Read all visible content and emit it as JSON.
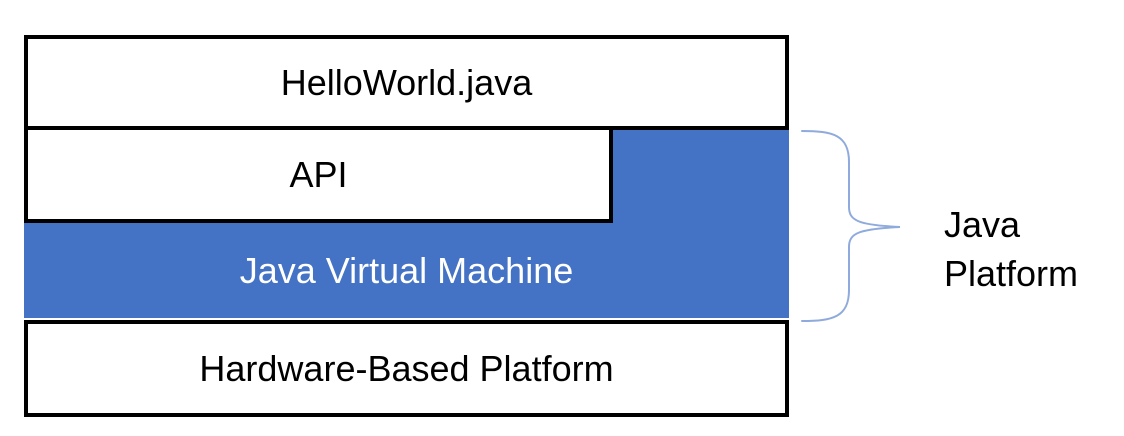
{
  "diagram": {
    "boxes": [
      {
        "id": "helloworld",
        "label": "HelloWorld.java"
      },
      {
        "id": "api",
        "label": "API"
      },
      {
        "id": "jvm",
        "label": "Java Virtual Machine"
      },
      {
        "id": "hardware",
        "label": "Hardware-Based Platform"
      }
    ],
    "annotation": {
      "lines": [
        "Java",
        "Platform"
      ]
    }
  },
  "colors": {
    "blue": "#4472C4",
    "brace": "#8FAADC",
    "line": "#000000",
    "text": "#000000",
    "jvm_text": "#FFFFFF",
    "background": "#FFFFFF"
  }
}
